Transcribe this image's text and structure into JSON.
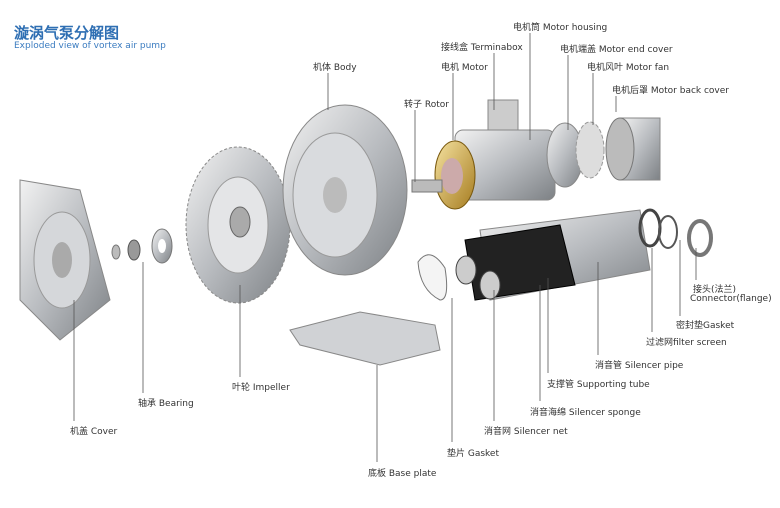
{
  "title": "漩涡气泵分解图",
  "subtitle": "Exploded view of vortex air pump",
  "labels": {
    "motor_housing": "电机筒 Motor housing",
    "terminal_box": "接线盒 Terminabox",
    "motor_end_cover": "电机端盖 Motor end cover",
    "motor": "电机 Motor",
    "motor_fan": "电机风叶 Motor fan",
    "motor_back_cover": "电机后罩 Motor back cover",
    "body": "机体  Body",
    "rotor": "转子 Rotor",
    "connector_cn": "接头(法兰)",
    "connector_en": "Connector(flange)",
    "seal_gasket": "密封垫Gasket",
    "filter_screen": "过滤网filter screen",
    "silencer_pipe": "消音管 Silencer pipe",
    "supporting_tube": "支撑管 Supporting tube",
    "silencer_sponge": "消音海绵  Silencer sponge",
    "silencer_net": "消音网  Silencer net",
    "gasket": "垫片  Gasket",
    "base_plate": "底板  Base plate",
    "impeller": "叶轮  Impeller",
    "bearing": "轴承 Bearing",
    "cover": "机盖  Cover"
  }
}
